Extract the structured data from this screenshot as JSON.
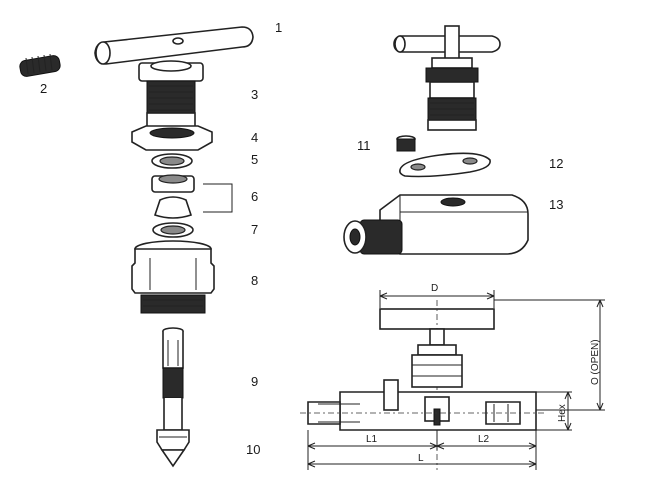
{
  "part_labels": {
    "p1": "1",
    "p2": "2",
    "p3": "3",
    "p4": "4",
    "p5": "5",
    "p6": "6",
    "p7": "7",
    "p8": "8",
    "p9": "9",
    "p10": "10",
    "p11": "11",
    "p12": "12",
    "p13": "13"
  },
  "dimensions": {
    "d": "D",
    "o_open": "O (OPEN)",
    "hex": "Hex",
    "l1": "L1",
    "l2": "L2",
    "l": "L"
  }
}
